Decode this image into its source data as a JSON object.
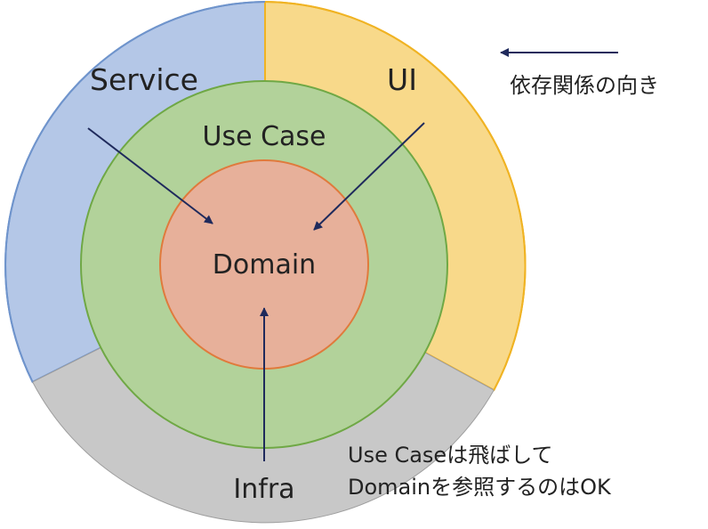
{
  "diagram": {
    "layers": {
      "service": {
        "label": "Service",
        "fill": "#b4c7e7",
        "stroke": "#6f94cc"
      },
      "ui": {
        "label": "UI",
        "fill": "#f8d98a",
        "stroke": "#f0b323"
      },
      "infra": {
        "label": "Infra",
        "fill": "#c8c8c8",
        "stroke": "#9e9e9e"
      },
      "use_case": {
        "label": "Use Case",
        "fill": "#b2d29a",
        "stroke": "#6fa845"
      },
      "domain": {
        "label": "Domain",
        "fill": "#e7b09a",
        "stroke": "#e07a3c"
      }
    },
    "arrow_color": "#1f2a5c",
    "legend": {
      "label": "依存関係の向き"
    },
    "note": {
      "line1": "Use Caseは飛ばして",
      "line2": "Domainを参照するのはOK"
    }
  }
}
